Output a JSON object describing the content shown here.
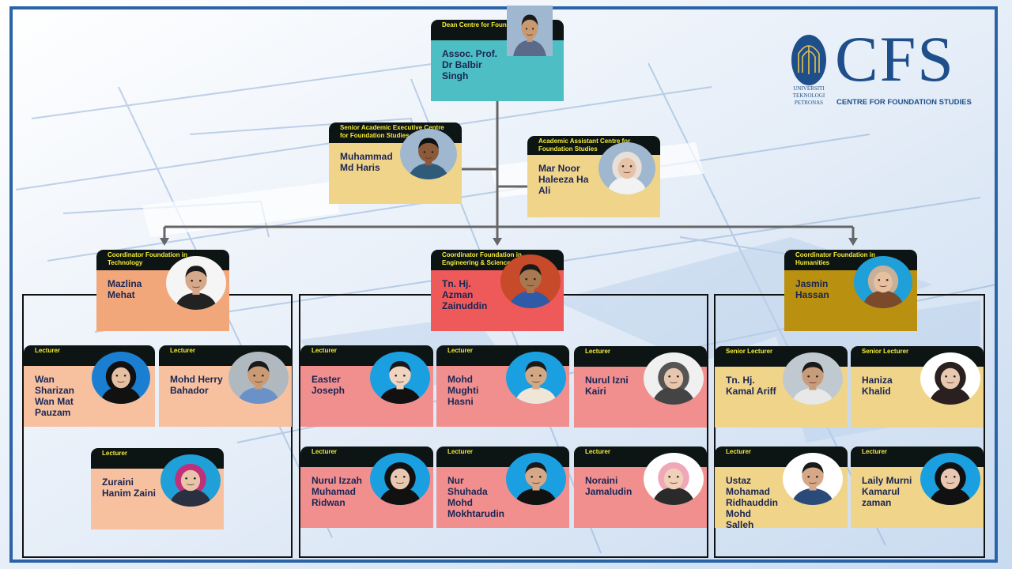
{
  "dean": {
    "title": "Dean Centre for Foundation Studies",
    "name": "Assoc. Prof. Dr Balbir Singh"
  },
  "senior_exec": {
    "title": "Senior Academic Executive Centre for Foundation Studies",
    "name": "Muhammad Md Haris"
  },
  "academic_assistant": {
    "title": "Academic Assistant Centre for Foundation Studies",
    "name": "Mar Noor Haleeza Ha Ali"
  },
  "technology": {
    "coordinator": {
      "title": "Coordinator Foundation in Technology",
      "name": "Mazlina Mehat"
    },
    "lecturers": [
      {
        "title": "Lecturer",
        "name": "Wan Sharizan Wan Mat Pauzam"
      },
      {
        "title": "Lecturer",
        "name": "Mohd Herry Bahador"
      },
      {
        "title": "Lecturer",
        "name": "Zuraini Hanim Zaini"
      }
    ]
  },
  "engineering": {
    "coordinator": {
      "title": "Coordinator Foundation in Engineering & Sciences",
      "name": "Tn. Hj. Azman Zainuddin"
    },
    "lecturers": [
      {
        "title": "Lecturer",
        "name": "Easter Joseph"
      },
      {
        "title": "Lecturer",
        "name": "Mohd Mughti Hasni"
      },
      {
        "title": "Lecturer",
        "name": "Nurul Izni Kairi"
      },
      {
        "title": "Lecturer",
        "name": "Nurul Izzah Muhamad Ridwan"
      },
      {
        "title": "Lecturer",
        "name": "Nur Shuhada Mohd Mokhtarudin"
      },
      {
        "title": "Lecturer",
        "name": "Noraini Jamaludin"
      }
    ]
  },
  "humanities": {
    "coordinator": {
      "title": "Coordinator Foundation in Humanities",
      "name": "Jasmin Hassan"
    },
    "lecturers": [
      {
        "title": "Senior Lecturer",
        "name": "Tn. Hj. Kamal Ariff"
      },
      {
        "title": "Senior Lecturer",
        "name": "Haniza Khalid"
      },
      {
        "title": "Lecturer",
        "name": "Ustaz Mohamad Ridhauddin Mohd Salleh"
      },
      {
        "title": "Lecturer",
        "name": "Laily Murni Kamarul zaman"
      }
    ]
  },
  "logo": {
    "letters": "CFS",
    "tagline": "CENTRE FOR FOUNDATION STUDIES",
    "university": "UNIVERSITI TEKNOLOGI PETRONAS"
  },
  "colors": {
    "teal": "#4dbfc4",
    "sand": "#f0d48a",
    "peach": "#f2a77a",
    "red": "#ee5a5a",
    "olive": "#b9900f",
    "light_peach": "#f7c1a0",
    "pink": "#f18f8f",
    "frame": "#2a64a6",
    "header": "#0d1414",
    "header_text": "#f4ec3a"
  }
}
